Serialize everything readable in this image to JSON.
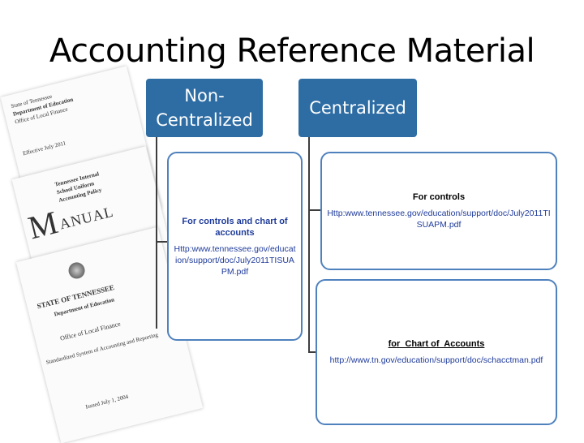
{
  "title": "Accounting Reference Material",
  "cover": {
    "page1_line1": "State of Tennessee",
    "page1_line2": "Department of Education",
    "page1_line3": "Office of Local Finance",
    "page1_line4": "Effective July 2011",
    "page2_line1": "Tennessee Internal",
    "page2_line2": "School Uniform",
    "page2_line3": "Accounting Policy",
    "page2_big": "M",
    "page2_rest": "ANUAL",
    "page3_line1": "STATE OF TENNESSEE",
    "page3_line2": "Department of Education",
    "page3_line3": "Office of Local Finance",
    "page3_line4": "Standardized System of Accounting and Reporting",
    "page3_line5": "Issued July 1, 2004"
  },
  "headers": {
    "non_centralized": "Non-\nCentralized",
    "centralized": "Centralized"
  },
  "boxes": {
    "non_centralized": {
      "heading": "For controls and chart of accounts",
      "url": "Http:www.tennessee.gov/education/support/doc/July2011TISUAPM.pdf"
    },
    "centralized_controls": {
      "heading": "For controls",
      "url": "Http:www.tennessee.gov/education/support/doc/July2011TISUAPM.pdf"
    },
    "centralized_chart": {
      "heading": "for  Chart of  Accounts",
      "url": "http://www.tn.gov/education/support/doc/schacctman.pdf"
    }
  },
  "colors": {
    "header_fill": "#2e6da4",
    "box_border": "#4f81bd",
    "link_text": "#1f3b9a"
  }
}
